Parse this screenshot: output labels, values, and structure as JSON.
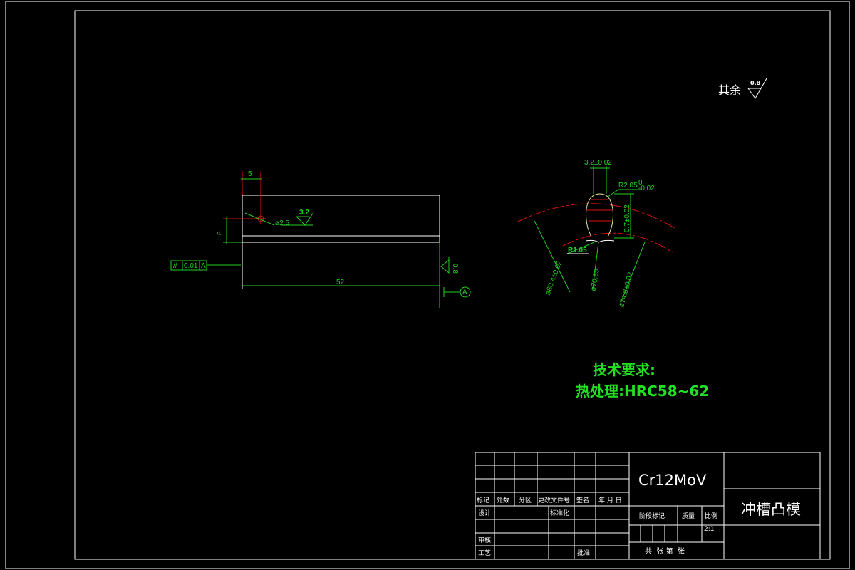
{
  "roughness_note": {
    "label": "其余",
    "value": "0.8"
  },
  "left_view": {
    "dim_width": "5",
    "dim_height": "6",
    "dim_length": "52",
    "hole_dia": "ø2.5",
    "roughness_top": "3.2",
    "roughness_end": "0.8",
    "tolerance_symbol": "//",
    "tolerance_value": "0.01",
    "tolerance_datum": "A",
    "datum_label": "A"
  },
  "right_view": {
    "width_dim": "3.2±0.02",
    "radius_dim": "R2.05",
    "radius_tol_upper": "0",
    "radius_tol_lower": "-0.02",
    "depth_dim": "0.7±0.02",
    "fillet_dim": "R1.05",
    "dia_outer": "ø80.4±0.02",
    "dia_mid": "ø70.65",
    "dia_inner": "ø74.8±0.02"
  },
  "tech_requirements": {
    "title": "技术要求:",
    "heat_treatment": "热处理:HRC58~62"
  },
  "title_block": {
    "material": "Cr12MoV",
    "part_name": "冲槽凸模",
    "labels": {
      "mark": "标记",
      "count": "处数",
      "zone": "分区",
      "change_doc": "更改文件号",
      "signature": "签名",
      "date": "年 月 日",
      "design": "设计",
      "standardize": "标准化",
      "review": "审核",
      "process": "工艺",
      "approve": "批准",
      "stage_mark": "阶段标记",
      "mass": "质量",
      "scale": "比例",
      "scale_value": "2:1",
      "sheet_info": "共  张 第  张"
    }
  }
}
